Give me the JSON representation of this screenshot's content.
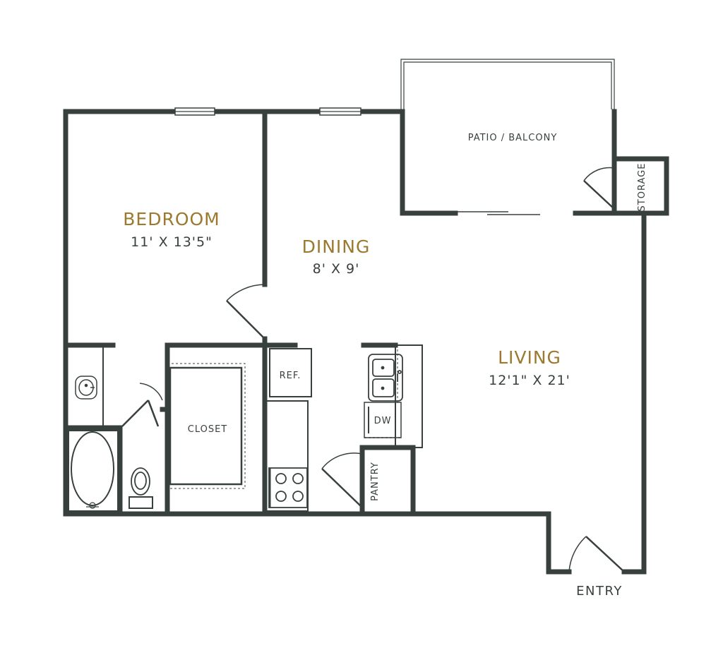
{
  "colors": {
    "wall": "#38403d",
    "accent": "#9b7a2f",
    "thin": "#38403d",
    "window_fill": "#ffffff"
  },
  "rooms": {
    "bedroom": {
      "name": "BEDROOM",
      "dims": "11' X 13'5\""
    },
    "dining": {
      "name": "DINING",
      "dims": "8' X 9'"
    },
    "living": {
      "name": "LIVING",
      "dims": "12'1\" X 21'"
    }
  },
  "labels": {
    "patio": "PATIO / BALCONY",
    "storage": "STORAGE",
    "closet": "CLOSET",
    "ref": "REF.",
    "dw": "DW",
    "pantry": "PANTRY",
    "entry": "ENTRY"
  },
  "icons": {
    "sink": "bathroom-sink-icon",
    "tub": "bathtub-icon",
    "toilet": "toilet-icon",
    "kitchen_sink": "kitchen-sink-icon",
    "stove": "stove-icon"
  }
}
